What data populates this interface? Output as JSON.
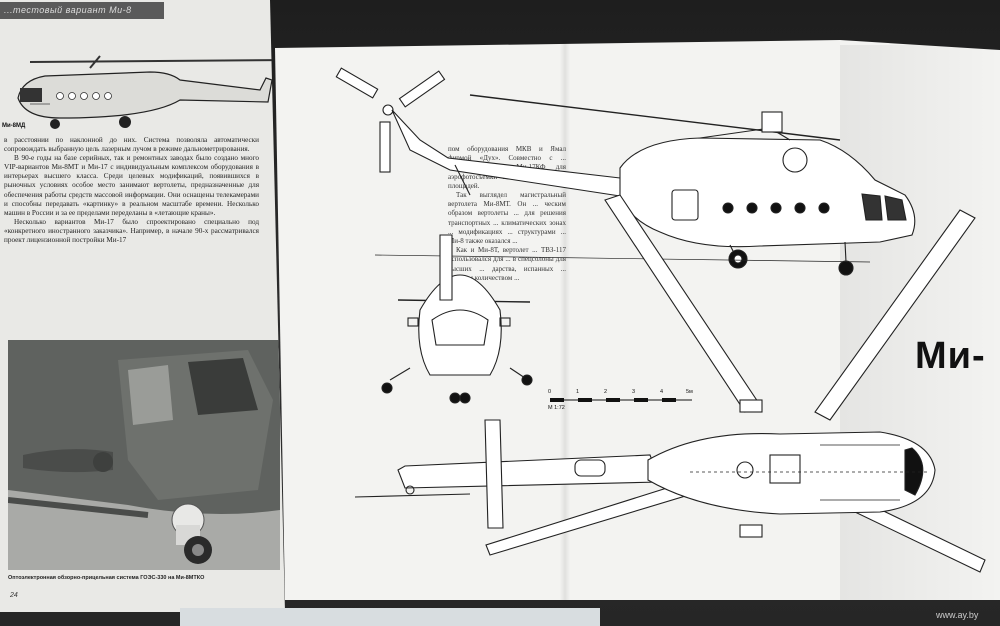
{
  "left_page": {
    "running_head": "...тестовый вариант Ми-8",
    "top_caption": "Ми-8МД",
    "body_paragraphs": [
      "в расстоянии по наклонной до них. Система позволяла автоматически сопровождать выбранную цель лазерным лучом в режиме дальнометрирования.",
      "В 90-е годы на базе серийных, так и ремонтных заводах было создано много VIP-вариантов Ми-8МТ и Ми-17 с индивидуальным комплексом оборудования в интерьерах высшего класса. Среди целевых модификаций, появившихся в рыночных условиях особое место занимают вертолеты, предназначенные для обеспечения работы средств массовой информации. Они оснащены телекамерами и способны передавать «картинку» в реальном масштабе времени. Несколько машин в России и за ее пределами переделаны в «летающие краны».",
      "Несколько вариантов Ми-17 было спроектировано специально под «конкретного иностранного заказчика». Например, в начале 90-х рассматривался проект лицензионной постройки Ми-17"
    ],
    "photo_caption": "Оптоэлектронная обзорно-прицельная система ГОЭС-330 на Ми-8МТКО",
    "page_number": "24"
  },
  "right_page": {
    "text_paragraphs": [
      "пом оборудования МКВ и Ямал фирмой «Дух». Совместно с ... пытался вариант Ми-17КФ для аэрофотосъемки в картографических площадей.",
      "Так выглядел магистральный вертолета Ми-8МТ. Он ... ческим образом вертолеты ... для решения транспортных ... климатических зонах ... модификациях ... структурами ... Ми-8 также оказался ...",
      "Как и Ми-8Т, вертолет ... ТВЗ-117 использовался для ... в спецсолоны для высших ... дарства, испанных ... чешным количеством ..."
    ],
    "title": "Ми-",
    "scale": {
      "label": "M 1:72",
      "ticks": [
        "0",
        "1",
        "2",
        "3",
        "4",
        "5м"
      ]
    }
  },
  "watermark": "www.ay.by"
}
